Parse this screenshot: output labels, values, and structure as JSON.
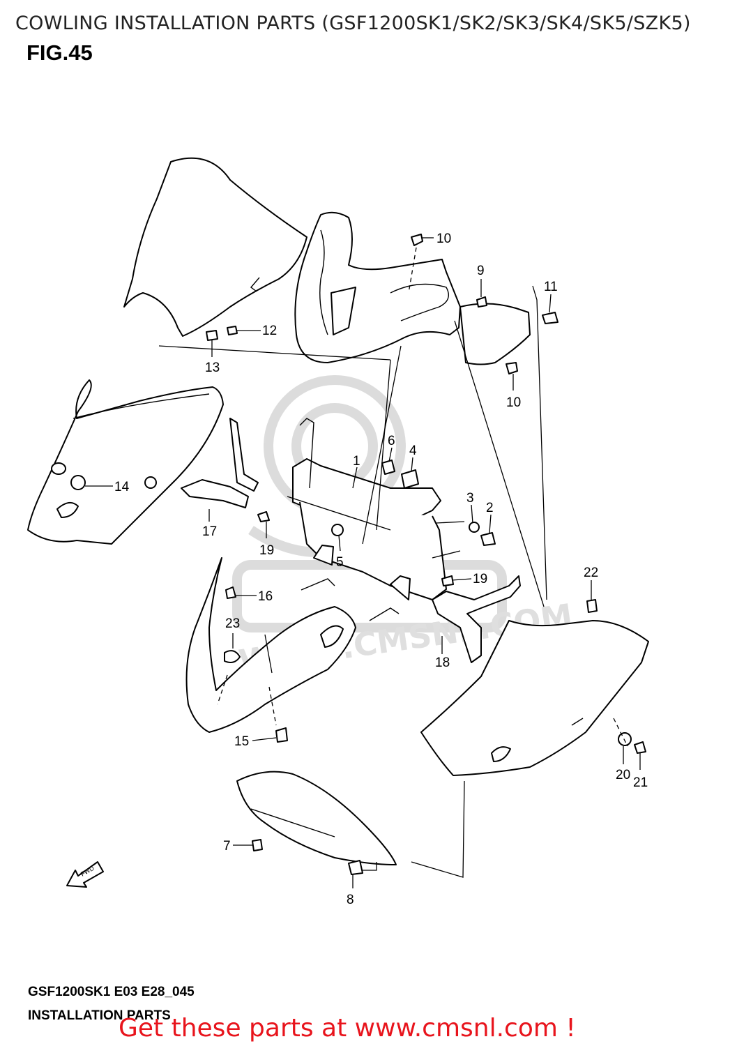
{
  "header": {
    "title": "COWLING INSTALLATION PARTS (GSF1200SK1/SK2/SK3/SK4/SK5/SZK5)",
    "figure": "FIG.45"
  },
  "diagram": {
    "watermark": "WWW.CMSNL.COM",
    "direction_label": "FWD",
    "callouts": [
      {
        "id": "c1",
        "label": "1"
      },
      {
        "id": "c2",
        "label": "2"
      },
      {
        "id": "c3",
        "label": "3"
      },
      {
        "id": "c4",
        "label": "4"
      },
      {
        "id": "c5",
        "label": "5"
      },
      {
        "id": "c6",
        "label": "6"
      },
      {
        "id": "c7",
        "label": "7"
      },
      {
        "id": "c8",
        "label": "8"
      },
      {
        "id": "c9",
        "label": "9"
      },
      {
        "id": "c10a",
        "label": "10"
      },
      {
        "id": "c10b",
        "label": "10"
      },
      {
        "id": "c11",
        "label": "11"
      },
      {
        "id": "c12",
        "label": "12"
      },
      {
        "id": "c13",
        "label": "13"
      },
      {
        "id": "c14",
        "label": "14"
      },
      {
        "id": "c15",
        "label": "15"
      },
      {
        "id": "c16",
        "label": "16"
      },
      {
        "id": "c17",
        "label": "17"
      },
      {
        "id": "c18",
        "label": "18"
      },
      {
        "id": "c19a",
        "label": "19"
      },
      {
        "id": "c19b",
        "label": "19"
      },
      {
        "id": "c20",
        "label": "20"
      },
      {
        "id": "c21",
        "label": "21"
      },
      {
        "id": "c22",
        "label": "22"
      },
      {
        "id": "c23",
        "label": "23"
      }
    ]
  },
  "footer": {
    "model_code": "GSF1200SK1  E03 E28_045",
    "section": "INSTALLATION PARTS",
    "cta": "Get these parts at www.cmsnl.com !"
  }
}
